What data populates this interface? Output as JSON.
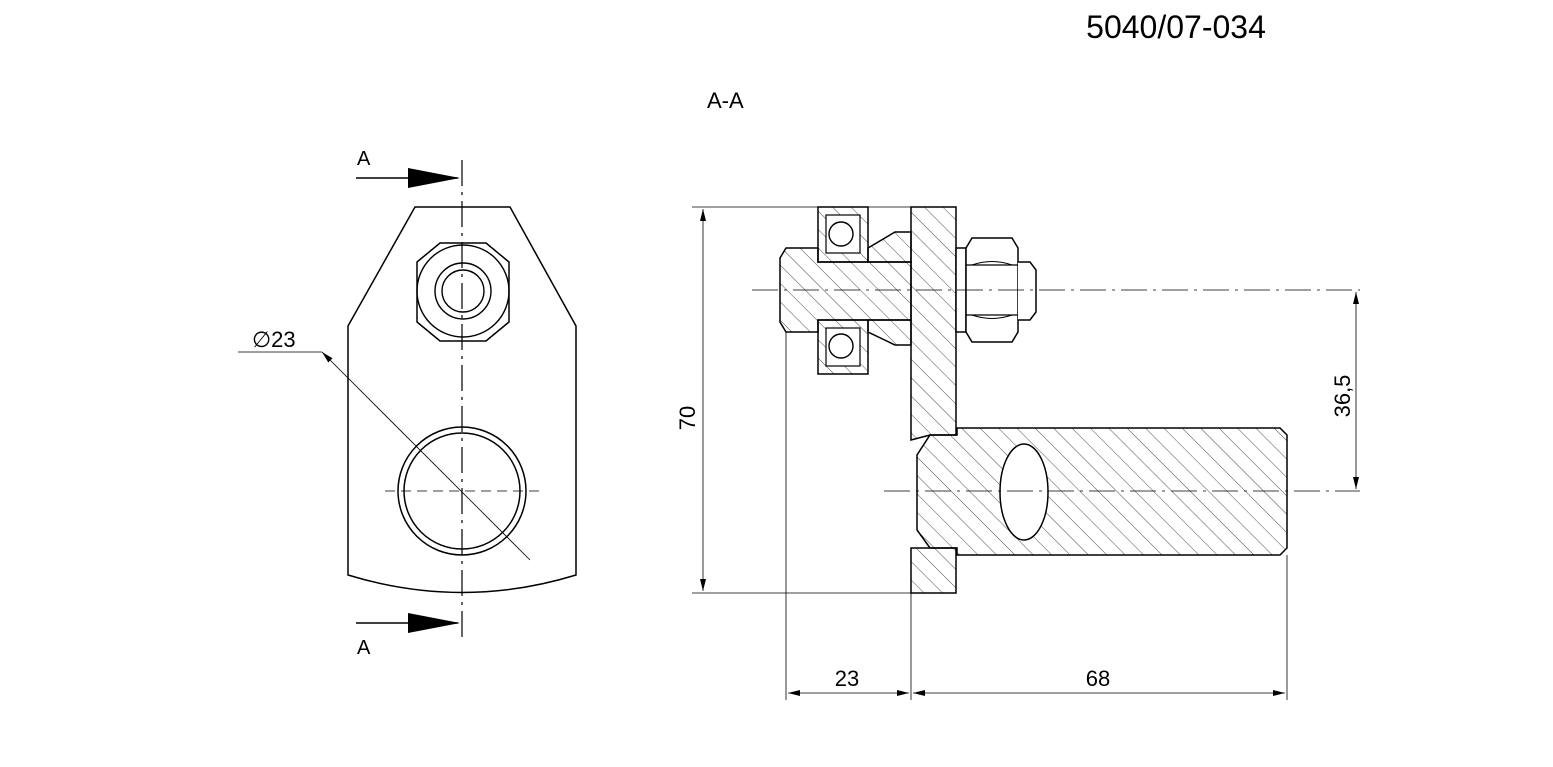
{
  "title_block": {
    "drawing_number": "5040/07-034"
  },
  "front_view": {
    "section_marks": {
      "top": "A",
      "bottom": "A"
    },
    "diameter_label": "∅23"
  },
  "section_view": {
    "title": "A-A",
    "dimensions": {
      "height_total": "70",
      "height_offset": "36,5",
      "width_left": "23",
      "width_right": "68"
    }
  },
  "colors": {
    "line": "#000000",
    "background": "#ffffff"
  }
}
